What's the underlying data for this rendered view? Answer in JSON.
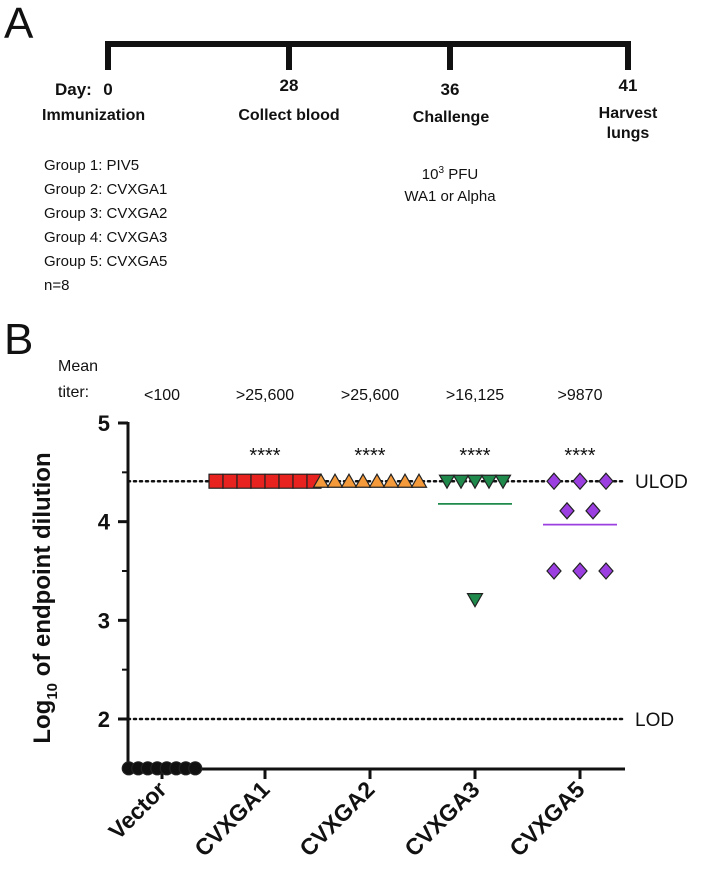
{
  "panel_a": {
    "letter": "A",
    "day_prefix": "Day:",
    "timeline": [
      {
        "day": "0",
        "event": "Immunization"
      },
      {
        "day": "28",
        "event": "Collect blood"
      },
      {
        "day": "36",
        "event": "Challenge"
      },
      {
        "day": "41",
        "event": "Harvest lungs"
      }
    ],
    "groups": [
      "Group 1: PIV5",
      "Group 2: CVXGA1",
      "Group 3: CVXGA2",
      "Group 4: CVXGA3",
      "Group 5: CVXGA5",
      "n=8"
    ],
    "challenge_note": {
      "dose_base": "10",
      "dose_exp": "3",
      "dose_unit": "PFU",
      "strains": "WA1 or Alpha"
    }
  },
  "panel_b": {
    "letter": "B",
    "mean_label_1": "Mean",
    "mean_label_2": "titer:"
  },
  "chart_data": {
    "type": "scatter",
    "ylabel_main": "Log",
    "ylabel_sub": "10",
    "ylabel_rest": " of endpoint dilution",
    "ylim": [
      1.5,
      5
    ],
    "yticks": [
      2,
      3,
      4,
      5
    ],
    "categories": [
      "Vector",
      "CVXGA1",
      "CVXGA2",
      "CVXGA3",
      "CVXGA5"
    ],
    "mean_titers": [
      "<100",
      ">25,600",
      ">25,600",
      ">16,125",
      ">9870"
    ],
    "significance": [
      "",
      "****",
      "****",
      "****",
      "****"
    ],
    "reference_lines": [
      {
        "label": "ULOD",
        "value": 4.41
      },
      {
        "label": "LOD",
        "value": 2.0
      }
    ],
    "series": [
      {
        "marker": "circle",
        "color": "#111111",
        "values": [
          1.5,
          1.5,
          1.5,
          1.5,
          1.5,
          1.5,
          1.5,
          1.5
        ],
        "mean": null
      },
      {
        "marker": "square",
        "color": "#e8231f",
        "values": [
          4.41,
          4.41,
          4.41,
          4.41,
          4.41,
          4.41,
          4.41,
          4.41
        ],
        "mean": null
      },
      {
        "marker": "triangle-up",
        "color": "#f59a3a",
        "values": [
          4.41,
          4.41,
          4.41,
          4.41,
          4.41,
          4.41,
          4.41,
          4.41
        ],
        "mean": null
      },
      {
        "marker": "triangle-down",
        "color": "#1f8a4c",
        "values": [
          4.41,
          4.41,
          4.41,
          4.41,
          4.41,
          3.21
        ],
        "mean": 4.18
      },
      {
        "marker": "diamond",
        "color": "#9b3fe0",
        "values": [
          4.41,
          4.41,
          4.41,
          4.11,
          4.11,
          3.5,
          3.5,
          3.5
        ],
        "mean": 3.97
      }
    ]
  }
}
